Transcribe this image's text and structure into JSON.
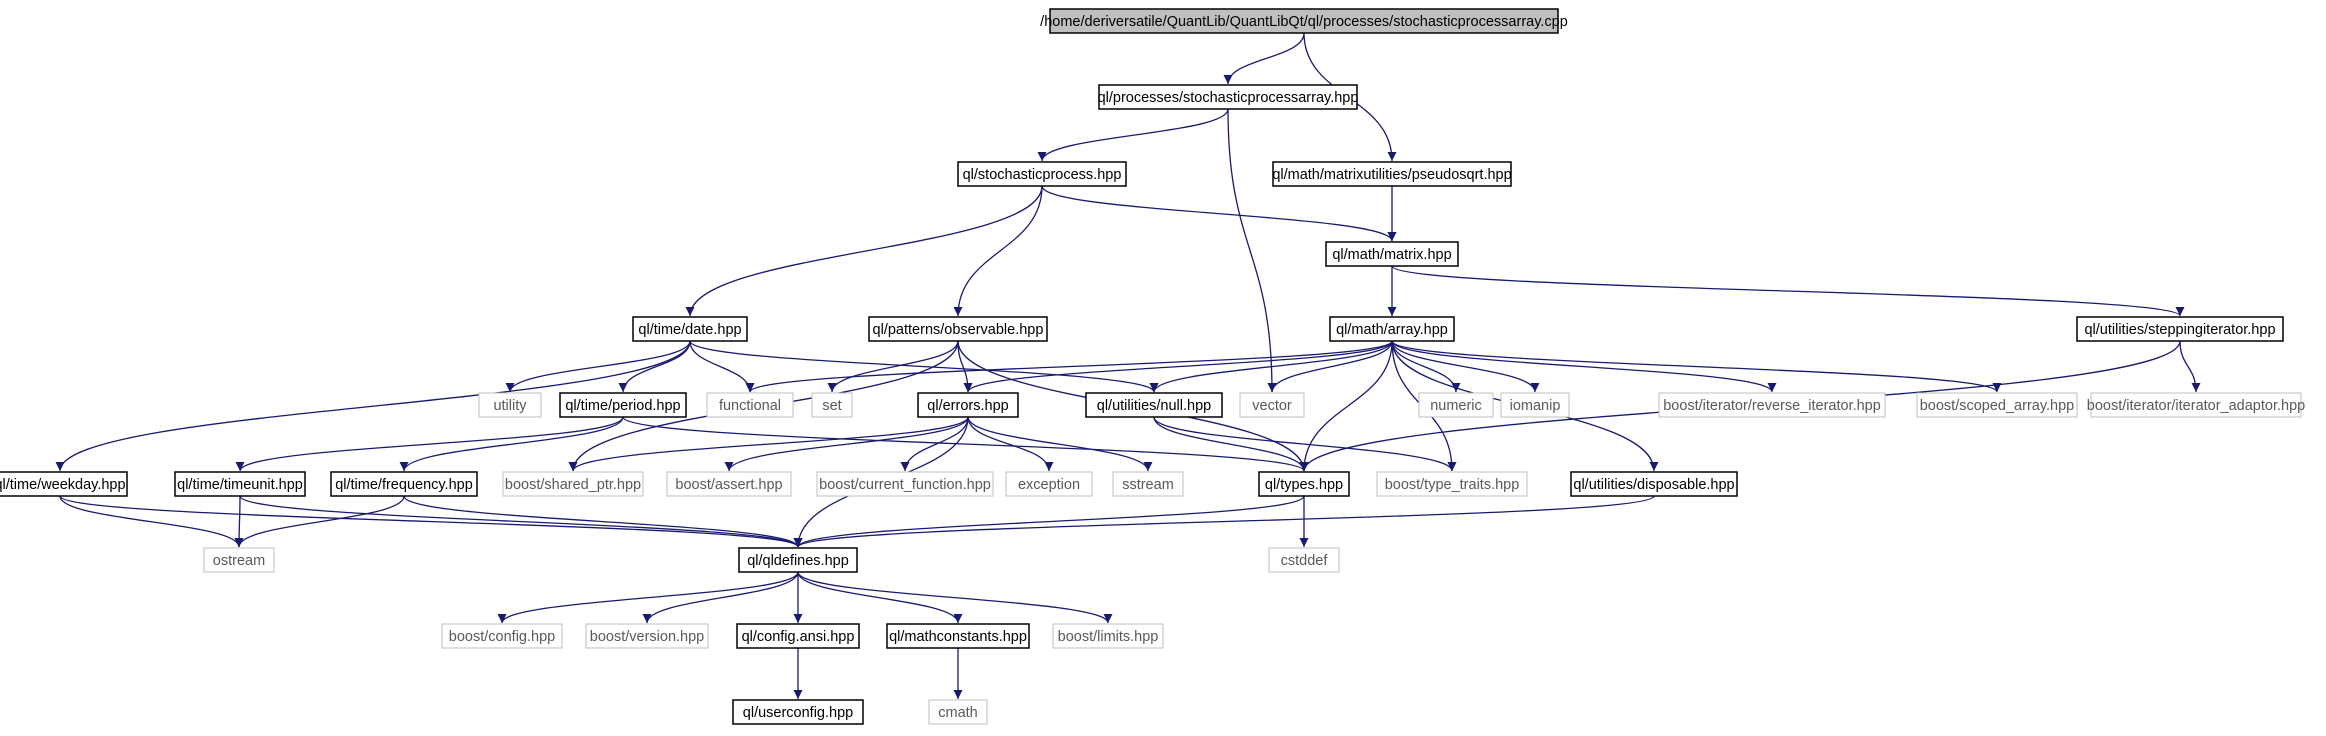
{
  "colors": {
    "edge": "#191970",
    "root_fill": "#bfbfbf",
    "node_border": "#000000",
    "external_border": "#bfbfbf",
    "text": "#000000",
    "external_text": "#595959",
    "background": "#ffffff"
  },
  "nodes": [
    {
      "id": "root",
      "label": "/home/deriversatile/QuantLib/QuantLibQt/ql/processes/stochasticprocessarray.cpp",
      "kind": "root"
    },
    {
      "id": "spa_hpp",
      "label": "ql/processes/stochasticprocessarray.hpp",
      "kind": "internal"
    },
    {
      "id": "sp_hpp",
      "label": "ql/stochasticprocess.hpp",
      "kind": "internal"
    },
    {
      "id": "pseudosqrt",
      "label": "ql/math/matrixutilities/pseudosqrt.hpp",
      "kind": "internal"
    },
    {
      "id": "matrix",
      "label": "ql/math/matrix.hpp",
      "kind": "internal"
    },
    {
      "id": "date",
      "label": "ql/time/date.hpp",
      "kind": "internal"
    },
    {
      "id": "observable",
      "label": "ql/patterns/observable.hpp",
      "kind": "internal"
    },
    {
      "id": "array",
      "label": "ql/math/array.hpp",
      "kind": "internal"
    },
    {
      "id": "stepping",
      "label": "ql/utilities/steppingiterator.hpp",
      "kind": "internal"
    },
    {
      "id": "utility",
      "label": "utility",
      "kind": "external"
    },
    {
      "id": "period",
      "label": "ql/time/period.hpp",
      "kind": "internal"
    },
    {
      "id": "functional",
      "label": "functional",
      "kind": "external"
    },
    {
      "id": "set",
      "label": "set",
      "kind": "external"
    },
    {
      "id": "errors",
      "label": "ql/errors.hpp",
      "kind": "internal"
    },
    {
      "id": "null",
      "label": "ql/utilities/null.hpp",
      "kind": "internal"
    },
    {
      "id": "vector",
      "label": "vector",
      "kind": "external"
    },
    {
      "id": "numeric",
      "label": "numeric",
      "kind": "external"
    },
    {
      "id": "iomanip",
      "label": "iomanip",
      "kind": "external"
    },
    {
      "id": "rev_iter",
      "label": "boost/iterator/reverse_iterator.hpp",
      "kind": "external"
    },
    {
      "id": "scoped_array",
      "label": "boost/scoped_array.hpp",
      "kind": "external"
    },
    {
      "id": "iter_adaptor",
      "label": "boost/iterator/iterator_adaptor.hpp",
      "kind": "external"
    },
    {
      "id": "weekday",
      "label": "ql/time/weekday.hpp",
      "kind": "internal"
    },
    {
      "id": "timeunit",
      "label": "ql/time/timeunit.hpp",
      "kind": "internal"
    },
    {
      "id": "frequency",
      "label": "ql/time/frequency.hpp",
      "kind": "internal"
    },
    {
      "id": "shared_ptr",
      "label": "boost/shared_ptr.hpp",
      "kind": "external"
    },
    {
      "id": "assert",
      "label": "boost/assert.hpp",
      "kind": "external"
    },
    {
      "id": "current_function",
      "label": "boost/current_function.hpp",
      "kind": "external"
    },
    {
      "id": "exception",
      "label": "exception",
      "kind": "external"
    },
    {
      "id": "sstream",
      "label": "sstream",
      "kind": "external"
    },
    {
      "id": "types",
      "label": "ql/types.hpp",
      "kind": "internal"
    },
    {
      "id": "type_traits",
      "label": "boost/type_traits.hpp",
      "kind": "external"
    },
    {
      "id": "disposable",
      "label": "ql/utilities/disposable.hpp",
      "kind": "internal"
    },
    {
      "id": "ostream",
      "label": "ostream",
      "kind": "external"
    },
    {
      "id": "qldefines",
      "label": "ql/qldefines.hpp",
      "kind": "internal"
    },
    {
      "id": "cstddef",
      "label": "cstddef",
      "kind": "external"
    },
    {
      "id": "config",
      "label": "boost/config.hpp",
      "kind": "external"
    },
    {
      "id": "version",
      "label": "boost/version.hpp",
      "kind": "external"
    },
    {
      "id": "config_ansi",
      "label": "ql/config.ansi.hpp",
      "kind": "internal"
    },
    {
      "id": "mathconstants",
      "label": "ql/mathconstants.hpp",
      "kind": "internal"
    },
    {
      "id": "limits",
      "label": "boost/limits.hpp",
      "kind": "external"
    },
    {
      "id": "userconfig",
      "label": "ql/userconfig.hpp",
      "kind": "internal"
    },
    {
      "id": "cmath",
      "label": "cmath",
      "kind": "external"
    }
  ],
  "edges": [
    [
      "root",
      "spa_hpp"
    ],
    [
      "root",
      "pseudosqrt"
    ],
    [
      "spa_hpp",
      "sp_hpp"
    ],
    [
      "spa_hpp",
      "vector"
    ],
    [
      "sp_hpp",
      "date"
    ],
    [
      "sp_hpp",
      "observable"
    ],
    [
      "sp_hpp",
      "matrix"
    ],
    [
      "pseudosqrt",
      "matrix"
    ],
    [
      "matrix",
      "array"
    ],
    [
      "matrix",
      "stepping"
    ],
    [
      "date",
      "weekday"
    ],
    [
      "date",
      "utility"
    ],
    [
      "date",
      "period"
    ],
    [
      "date",
      "functional"
    ],
    [
      "date",
      "null"
    ],
    [
      "observable",
      "set"
    ],
    [
      "observable",
      "errors"
    ],
    [
      "observable",
      "shared_ptr"
    ],
    [
      "observable",
      "types"
    ],
    [
      "array",
      "functional"
    ],
    [
      "array",
      "errors"
    ],
    [
      "array",
      "null"
    ],
    [
      "array",
      "vector"
    ],
    [
      "array",
      "numeric"
    ],
    [
      "array",
      "iomanip"
    ],
    [
      "array",
      "rev_iter"
    ],
    [
      "array",
      "scoped_array"
    ],
    [
      "array",
      "types"
    ],
    [
      "array",
      "type_traits"
    ],
    [
      "array",
      "disposable"
    ],
    [
      "stepping",
      "iter_adaptor"
    ],
    [
      "stepping",
      "types"
    ],
    [
      "period",
      "timeunit"
    ],
    [
      "period",
      "frequency"
    ],
    [
      "period",
      "types"
    ],
    [
      "errors",
      "shared_ptr"
    ],
    [
      "errors",
      "assert"
    ],
    [
      "errors",
      "current_function"
    ],
    [
      "errors",
      "exception"
    ],
    [
      "errors",
      "sstream"
    ],
    [
      "errors",
      "qldefines"
    ],
    [
      "null",
      "types"
    ],
    [
      "null",
      "type_traits"
    ],
    [
      "weekday",
      "ostream"
    ],
    [
      "weekday",
      "qldefines"
    ],
    [
      "timeunit",
      "ostream"
    ],
    [
      "timeunit",
      "qldefines"
    ],
    [
      "frequency",
      "ostream"
    ],
    [
      "frequency",
      "qldefines"
    ],
    [
      "types",
      "qldefines"
    ],
    [
      "types",
      "cstddef"
    ],
    [
      "disposable",
      "qldefines"
    ],
    [
      "qldefines",
      "config"
    ],
    [
      "qldefines",
      "version"
    ],
    [
      "qldefines",
      "config_ansi"
    ],
    [
      "qldefines",
      "mathconstants"
    ],
    [
      "qldefines",
      "limits"
    ],
    [
      "config_ansi",
      "userconfig"
    ],
    [
      "mathconstants",
      "cmath"
    ]
  ]
}
